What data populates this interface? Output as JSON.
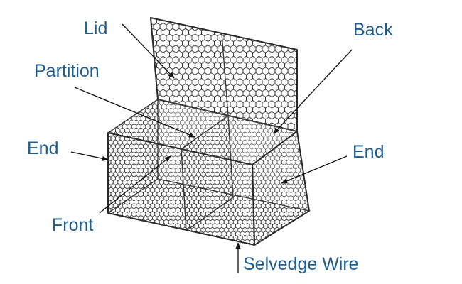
{
  "diagram": {
    "labels": {
      "lid": "Lid",
      "back": "Back",
      "partition": "Partition",
      "end_left": "End",
      "end_right": "End",
      "front": "Front",
      "selvedge_wire": "Selvedge Wire"
    }
  },
  "colors": {
    "label_text": "#1f5d8e",
    "wire": "#2a2a2a",
    "leader": "#111111",
    "background": "#ffffff"
  }
}
